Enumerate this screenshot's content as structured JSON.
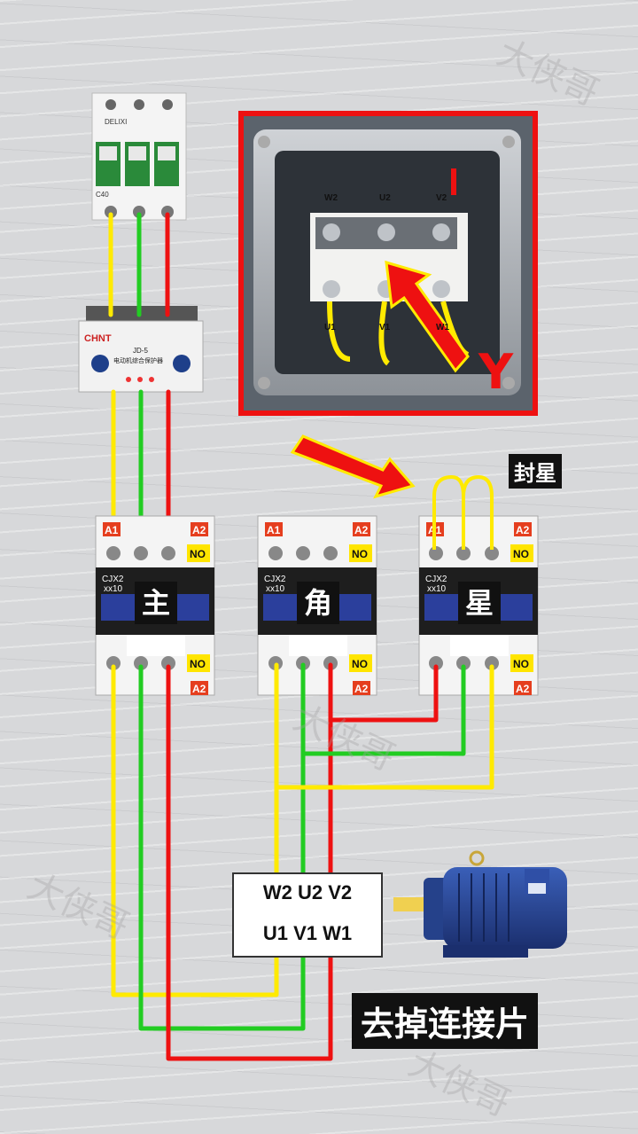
{
  "breaker": {
    "brand": "DELIXI",
    "rating": "C40"
  },
  "protector": {
    "brand": "CHNT",
    "model": "JD-5",
    "name": "电动机综合保护器"
  },
  "contactors": [
    {
      "id": "main",
      "label": "主",
      "model_line1": "CJX2",
      "model_line2": "xx10",
      "no": "NO",
      "a1": "A1",
      "a2": "A2"
    },
    {
      "id": "delta",
      "label": "角",
      "model_line1": "CJX2",
      "model_line2": "xx10",
      "no": "NO",
      "a1": "A1",
      "a2": "A2"
    },
    {
      "id": "star",
      "label": "星",
      "model_line1": "CJX2",
      "model_line2": "xx10",
      "no": "NO",
      "a1": "A1",
      "a2": "A2"
    }
  ],
  "star_short_label": "封星",
  "terminal_box": {
    "row1": "W2 U2 V2",
    "row2": "U1 V1 W1"
  },
  "photo": {
    "y_mark": "Y",
    "terminal_tags": [
      "W2",
      "U2",
      "V2",
      "U1",
      "V1",
      "W1"
    ]
  },
  "caption": "去掉连接片",
  "watermark": "大侠哥",
  "colors": {
    "yellow": "#ffea00",
    "green": "#22cc22",
    "red": "#ee1111",
    "arrow": "#ee1111"
  }
}
